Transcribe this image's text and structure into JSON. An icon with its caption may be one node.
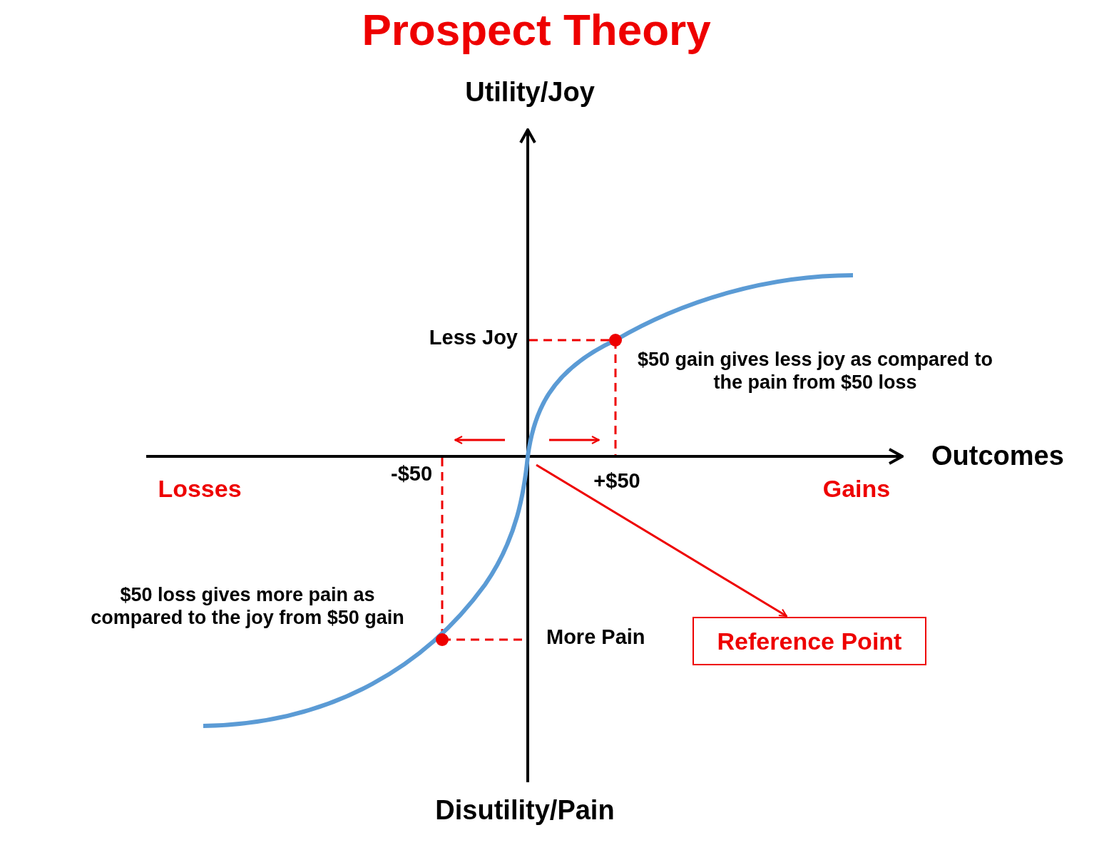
{
  "diagram": {
    "title": "Prospect Theory",
    "nodes": [
      {
        "text": [
          "Reference Point"
        ]
      },
      {
        "text": [],
        "shape": "curve"
      }
    ],
    "edges": [
      {
        "from": 1,
        "to": 0,
        "arrow": "to"
      }
    ],
    "labels": [
      "Utility/Joy",
      "Less Joy",
      "$50 gain gives less joy as compared to the pain from $50 loss",
      "Outcomes",
      "Losses",
      "-$50",
      "+$50",
      "Gains",
      "$50 loss gives more pain as compared to the joy from $50 gain",
      "More Pain",
      "Disutility/Pain"
    ]
  }
}
